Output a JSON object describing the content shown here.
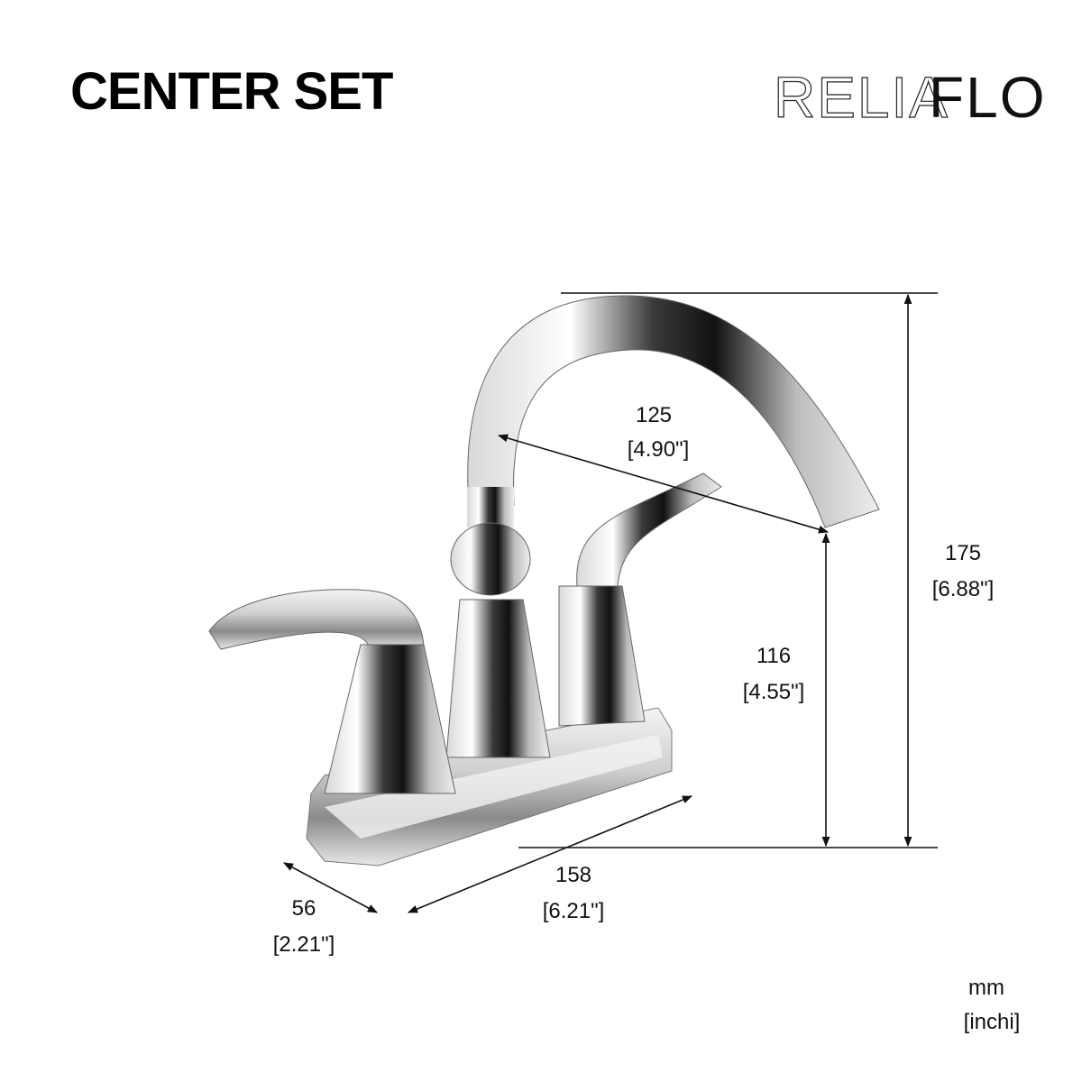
{
  "header": {
    "title": "CENTER SET",
    "brand_light": "RELIA",
    "brand_bold": "FLO"
  },
  "dimensions": {
    "spout_reach": {
      "mm": "125",
      "inch": "[4.90\"]"
    },
    "total_height": {
      "mm": "175",
      "inch": "[6.88\"]"
    },
    "spout_height": {
      "mm": "116",
      "inch": "[4.55\"]"
    },
    "base_length": {
      "mm": "158",
      "inch": "[6.21\"]"
    },
    "base_depth": {
      "mm": "56",
      "inch": "[2.21\"]"
    }
  },
  "units": {
    "primary": "mm",
    "secondary": "[inchi]"
  }
}
